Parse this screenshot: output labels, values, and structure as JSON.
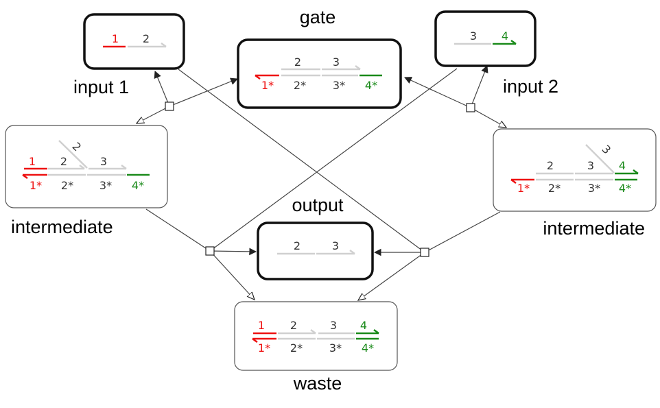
{
  "labels": {
    "gate": "gate",
    "input1": "input 1",
    "input2": "input 2",
    "intermediate_left": "intermediate",
    "intermediate_right": "intermediate",
    "output": "output",
    "waste": "waste"
  },
  "domains": {
    "d1": "1",
    "d2": "2",
    "d3": "3",
    "d4": "4",
    "d1c": "1*",
    "d2c": "2*",
    "d3c": "3*",
    "d4c": "4*"
  },
  "colors": {
    "domain_1": "#ee1111",
    "domain_4": "#1a8a1a",
    "domain_2_3": "#d0d0d0"
  }
}
